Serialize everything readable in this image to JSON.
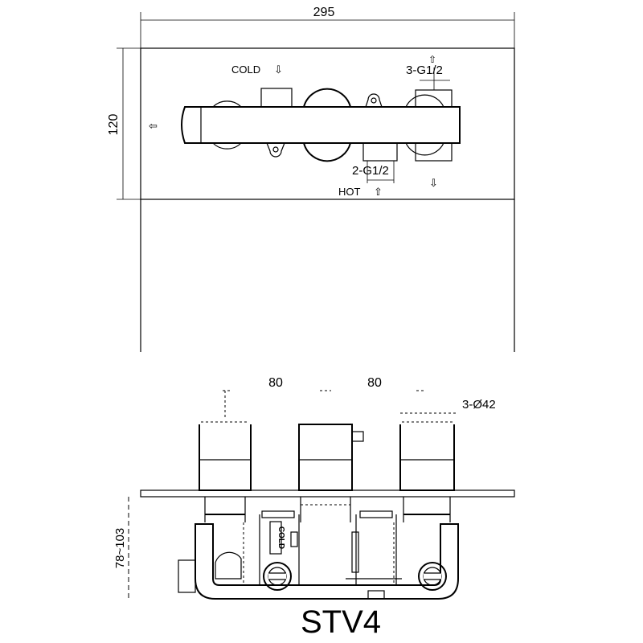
{
  "dimensions": {
    "width": "295",
    "height": "120",
    "spacing_left": "80",
    "spacing_right": "80",
    "hole_spec": "3-Ø42",
    "depth_range": "78~103"
  },
  "ports": {
    "outlet_spec": "3-G1/2",
    "inlet_spec": "2-G1/2",
    "cold_label": "COLD",
    "hot_label": "HOT",
    "cold_tag": "COLD",
    "arrow_down": "⇩",
    "arrow_up": "⇧",
    "arrow_left": "⇦"
  },
  "model": "STV4"
}
